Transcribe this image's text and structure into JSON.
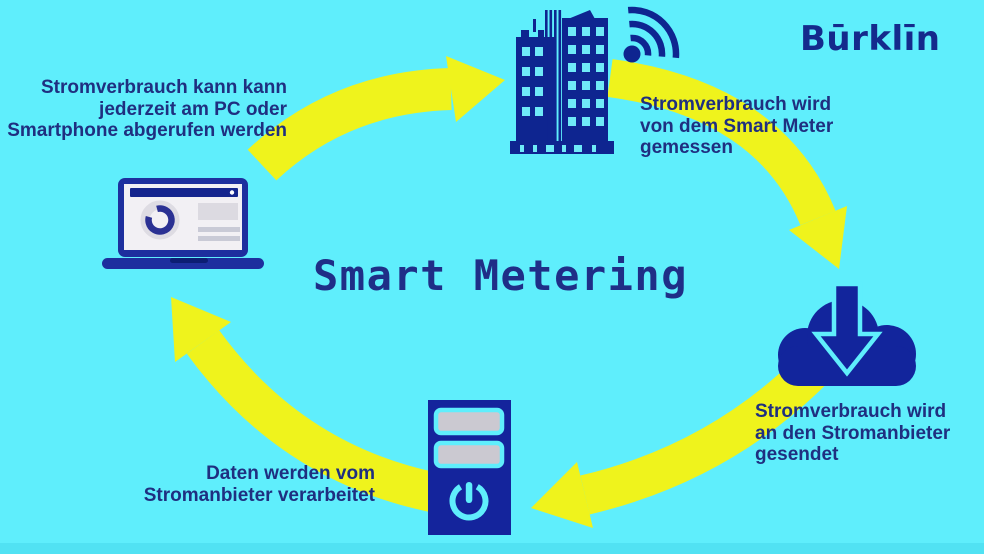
{
  "logo": {
    "text": "Būrklīn"
  },
  "title": {
    "text": "Smart Metering"
  },
  "annotations": {
    "pc": {
      "lines": [
        "Stromverbrauch kann kann",
        "jederzeit am PC oder",
        "Smartphone abgerufen werden"
      ]
    },
    "meter": {
      "lines": [
        "Stromverbrauch wird",
        "von dem Smart Meter",
        "gemessen"
      ]
    },
    "send": {
      "lines": [
        "Stromverbrauch wird",
        "an den Stromanbieter",
        "gesendet"
      ]
    },
    "process": {
      "lines": [
        "Daten werden vom",
        "Stromanbieter verarbeitet"
      ]
    }
  },
  "icons": [
    "laptop-icon",
    "office-building-wifi-icon",
    "cloud-download-icon",
    "server-tower-power-icon"
  ],
  "colors": {
    "background": "#5FEEFC",
    "arrow_yellow": "#EFF31C",
    "icon_navy": "#0E2590",
    "text_navy": "#1F2F80",
    "screen_gray": "#D8D6DD"
  }
}
